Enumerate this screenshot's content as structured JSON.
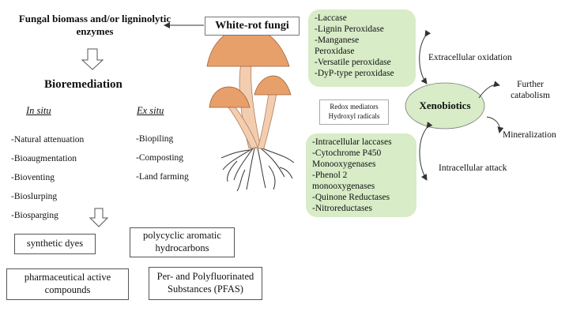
{
  "top_left": {
    "biomass_label": "Fungal biomass and/or ligninolytic enzymes",
    "bioremediation": "Bioremediation"
  },
  "center": {
    "white_rot_fungi": "White-rot fungi"
  },
  "in_situ": {
    "heading": "In situ",
    "items": [
      "-Natural attenuation",
      "-Bioaugmentation",
      "-Bioventing",
      "-Bioslurping",
      "-Biosparging"
    ]
  },
  "ex_situ": {
    "heading": "Ex situ",
    "items": [
      "-Biopiling",
      "-Composting",
      "-Land farming"
    ]
  },
  "pollutants": {
    "synthetic_dyes": "synthetic dyes",
    "pah": "polycyclic aromatic hydrocarbons",
    "pharmaceutical": "pharmaceutical active compounds",
    "pfas": "Per- and Polyfluorinated Substances (PFAS)"
  },
  "extracellular": {
    "items": [
      "-Laccase",
      "-Lignin Peroxidase",
      "-Manganese",
      "Peroxidase",
      "-Versatile peroxidase",
      "-DyP-type peroxidase"
    ],
    "label": "Extracellular oxidation"
  },
  "intracellular": {
    "items": [
      "-Intracellular laccases",
      "-Cytochrome P450",
      "Monooxygenases",
      "-Phenol 2",
      "monooxygenases",
      "-Quinone Reductases",
      "-Nitroreductases"
    ],
    "label": "Intracellular attack"
  },
  "mediators": {
    "line1": "Redox mediators",
    "line2": "Hydroxyl radicals"
  },
  "xenobiotics": "Xenobiotics",
  "fate": {
    "further_catabolism": "Further catabolism",
    "mineralization": "Mineralization"
  },
  "colors": {
    "green_fill": "#d7ecc7",
    "mushroom_cap": "#e8a06a",
    "mushroom_stem": "#f3cdb0"
  }
}
